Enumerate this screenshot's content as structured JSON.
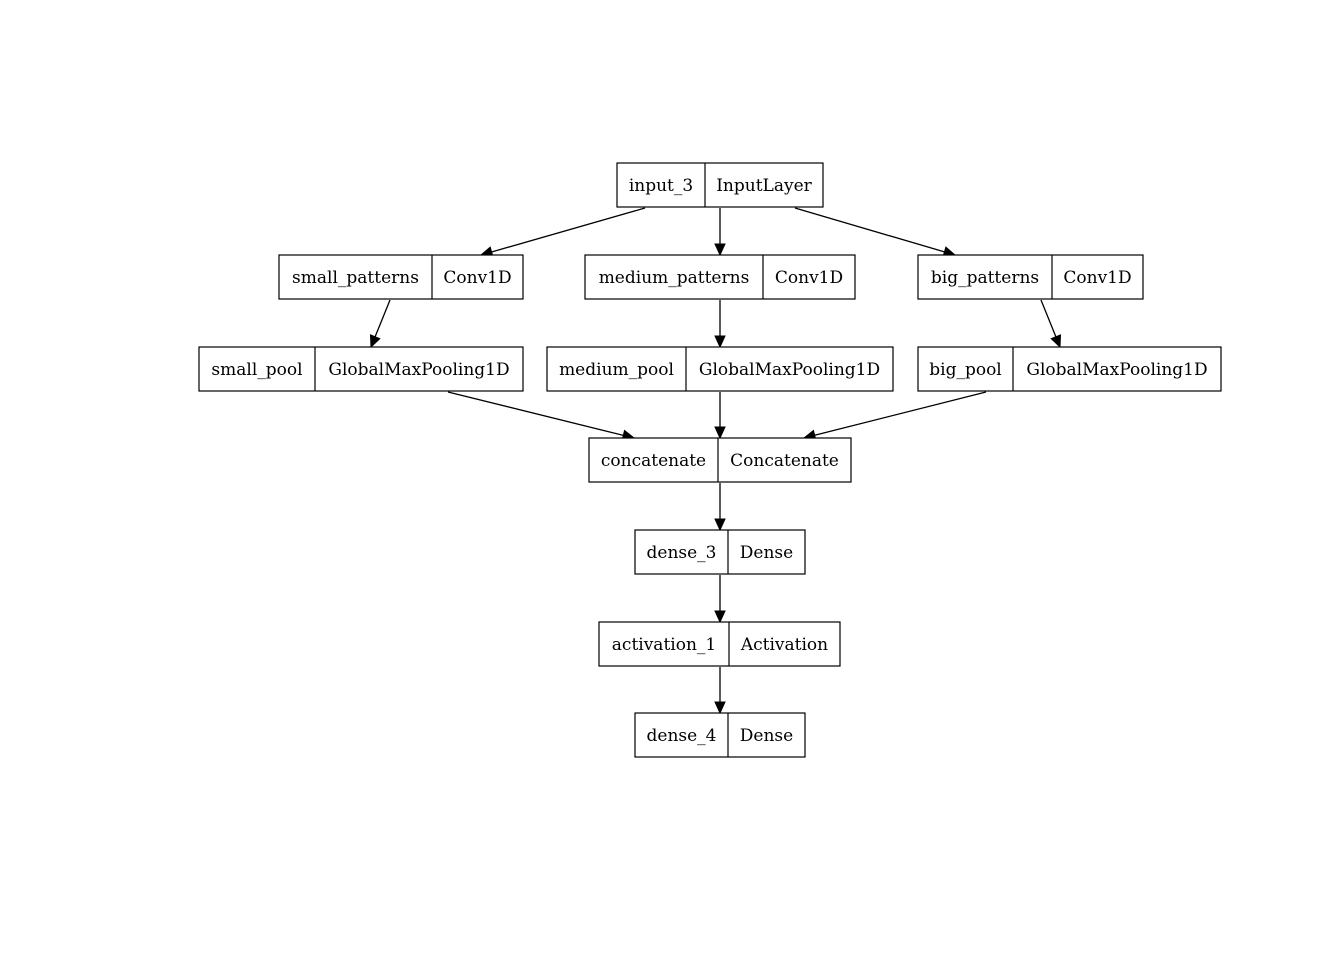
{
  "diagram": {
    "nodes": [
      {
        "id": "input_3",
        "name": "input_3",
        "type": "InputLayer"
      },
      {
        "id": "small_patterns",
        "name": "small_patterns",
        "type": "Conv1D"
      },
      {
        "id": "medium_patterns",
        "name": "medium_patterns",
        "type": "Conv1D"
      },
      {
        "id": "big_patterns",
        "name": "big_patterns",
        "type": "Conv1D"
      },
      {
        "id": "small_pool",
        "name": "small_pool",
        "type": "GlobalMaxPooling1D"
      },
      {
        "id": "medium_pool",
        "name": "medium_pool",
        "type": "GlobalMaxPooling1D"
      },
      {
        "id": "big_pool",
        "name": "big_pool",
        "type": "GlobalMaxPooling1D"
      },
      {
        "id": "concatenate",
        "name": "concatenate",
        "type": "Concatenate"
      },
      {
        "id": "dense_3",
        "name": "dense_3",
        "type": "Dense"
      },
      {
        "id": "activation_1",
        "name": "activation_1",
        "type": "Activation"
      },
      {
        "id": "dense_4",
        "name": "dense_4",
        "type": "Dense"
      }
    ],
    "edges": [
      {
        "from": "input_3",
        "to": "small_patterns"
      },
      {
        "from": "input_3",
        "to": "medium_patterns"
      },
      {
        "from": "input_3",
        "to": "big_patterns"
      },
      {
        "from": "small_patterns",
        "to": "small_pool"
      },
      {
        "from": "medium_patterns",
        "to": "medium_pool"
      },
      {
        "from": "big_patterns",
        "to": "big_pool"
      },
      {
        "from": "small_pool",
        "to": "concatenate"
      },
      {
        "from": "medium_pool",
        "to": "concatenate"
      },
      {
        "from": "big_pool",
        "to": "concatenate"
      },
      {
        "from": "concatenate",
        "to": "dense_3"
      },
      {
        "from": "dense_3",
        "to": "activation_1"
      },
      {
        "from": "activation_1",
        "to": "dense_4"
      }
    ]
  }
}
